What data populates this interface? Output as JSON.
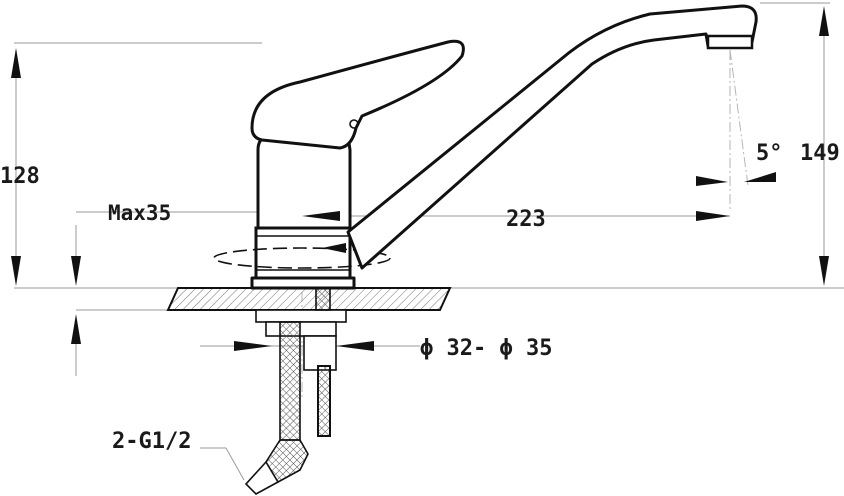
{
  "labels": {
    "height_128": "128",
    "height_149": "149",
    "reach_223": "223",
    "angle_5": "5°",
    "max_thickness": "Max35",
    "hole_diameter": "ϕ 32- ϕ 35",
    "connection": "2-G1/2"
  }
}
